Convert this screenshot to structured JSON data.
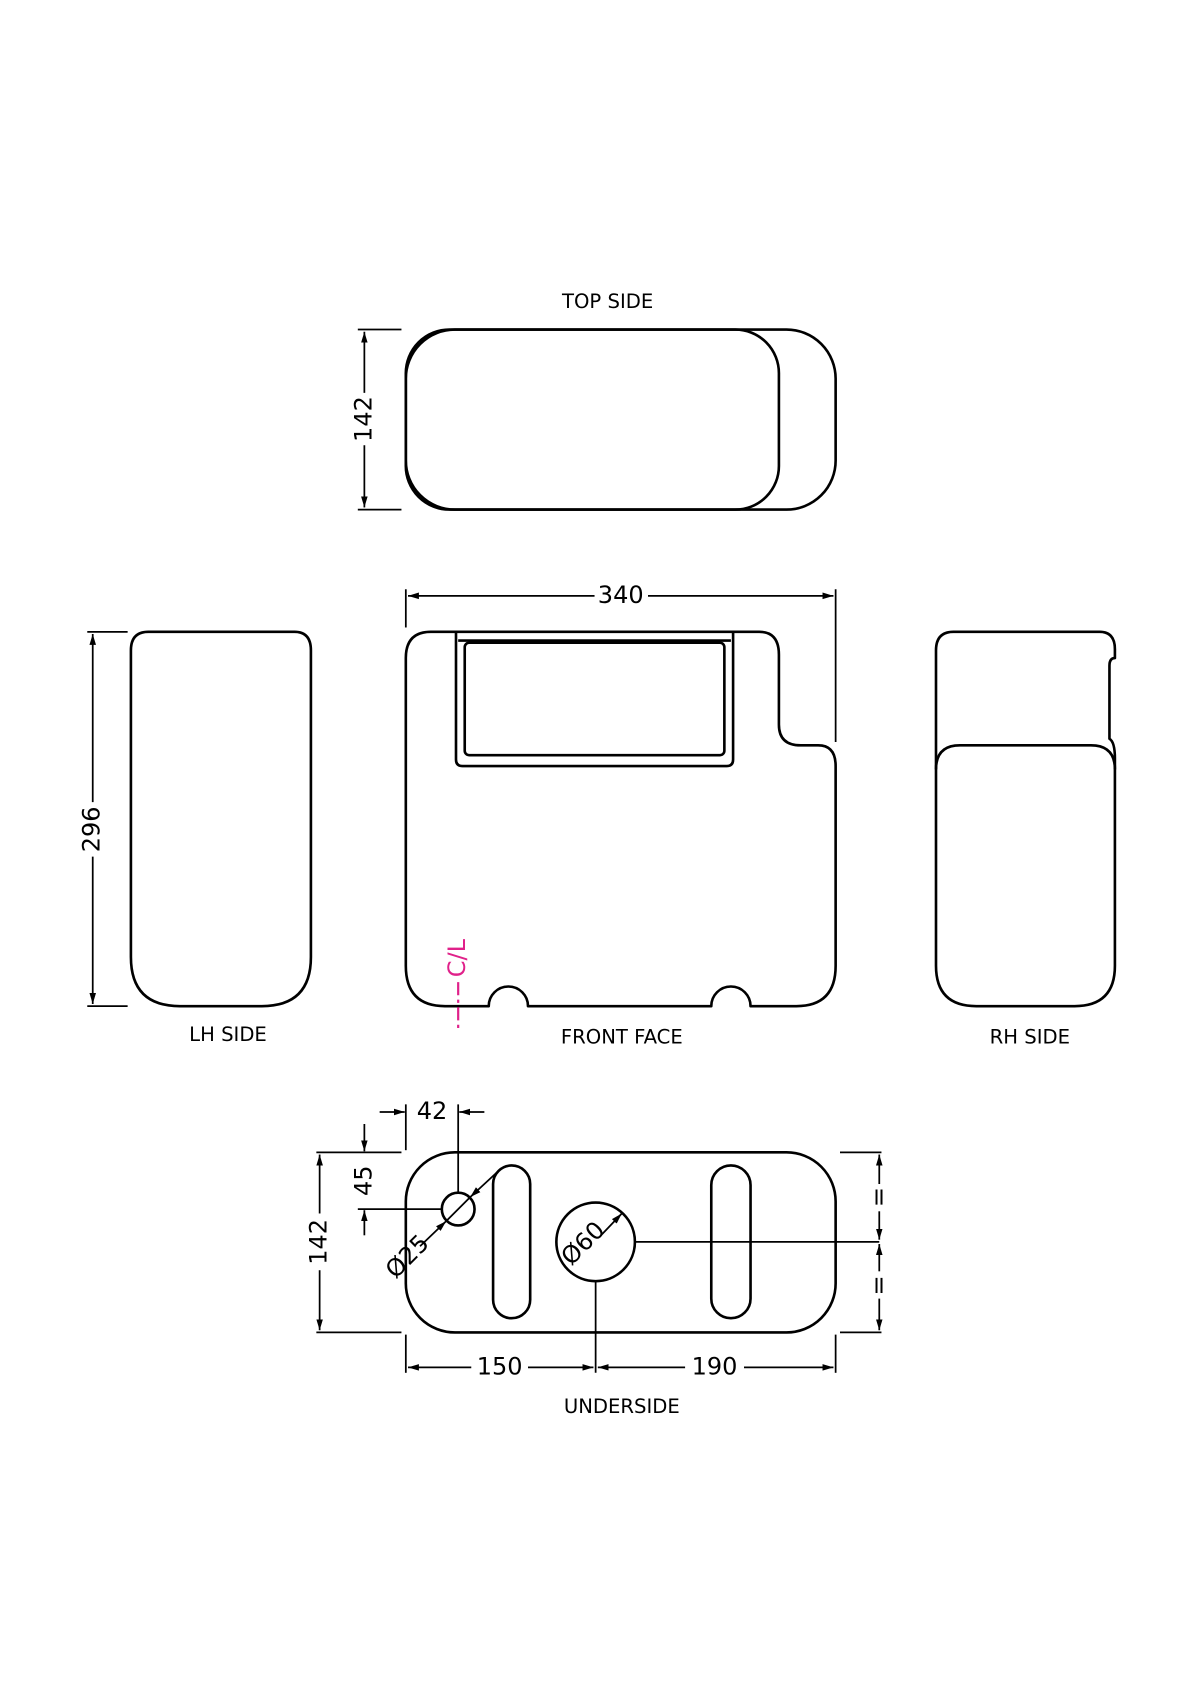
{
  "views": {
    "top_side": "TOP SIDE",
    "lh_side": "LH SIDE",
    "front_face": "FRONT FACE",
    "rh_side": "RH SIDE",
    "underside": "UNDERSIDE"
  },
  "dimensions": {
    "top_depth": "142",
    "width": "340",
    "height": "296",
    "under_depth": "142",
    "inlet_offset_x": "42",
    "inlet_offset_y": "45",
    "inlet_diameter": "Ø25",
    "outlet_diameter": "Ø60",
    "outlet_from_left": "150",
    "outlet_to_right": "190",
    "equal_mark": "="
  },
  "centre_line": "C/L",
  "colors": {
    "centre_line": "#e0218a",
    "line": "#000000"
  }
}
